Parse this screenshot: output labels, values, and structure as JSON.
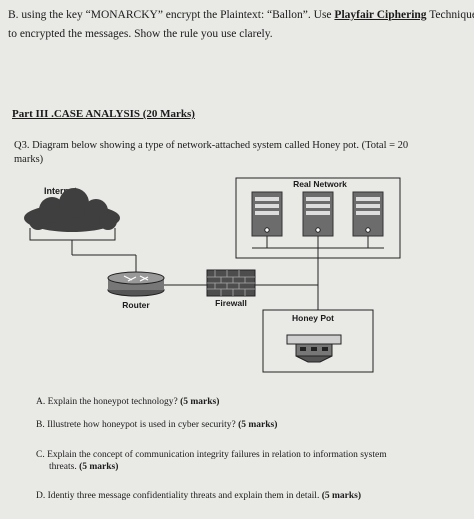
{
  "partB": {
    "line1_a": "B. using the key “MONARCKY” encrypt the Plaintext: “Ballon”. Use ",
    "line1_b": "Playfair Ciphering",
    "line1_c": " Technique",
    "line2": "to encrypted the messages. Show the rule you use clarely."
  },
  "part3": {
    "heading": "Part III .CASE ANALYSIS (20 Marks)"
  },
  "q3": {
    "line1": "Q3. Diagram below showing a type of network-attached system called Honey pot. (Total = 20",
    "line2": "marks)"
  },
  "diagram": {
    "internet": "Internet",
    "real_network": "Real Network",
    "router": "Router",
    "firewall": "Firewall",
    "honey_pot": "Honey Pot"
  },
  "questions": {
    "a_text": "A. Explain the honeypot technology? ",
    "a_marks": "(5 marks)",
    "b_text": "B. Illustrete how honeypot is used in cyber security? ",
    "b_marks": "(5 marks)",
    "c_line1": "C. Explain the concept of communication integrity failures in relation to information system",
    "c_line2": "threats. ",
    "c_marks": "(5 marks)",
    "d_text": "D. Identiy three message confidentiality threats and explain them in detail. ",
    "d_marks": "(5 marks)"
  },
  "colors": {
    "ink": "#1b1b1b",
    "paper": "#e9e9e6",
    "cloud": "#3f3f3f",
    "server": "#6c6c6c"
  }
}
